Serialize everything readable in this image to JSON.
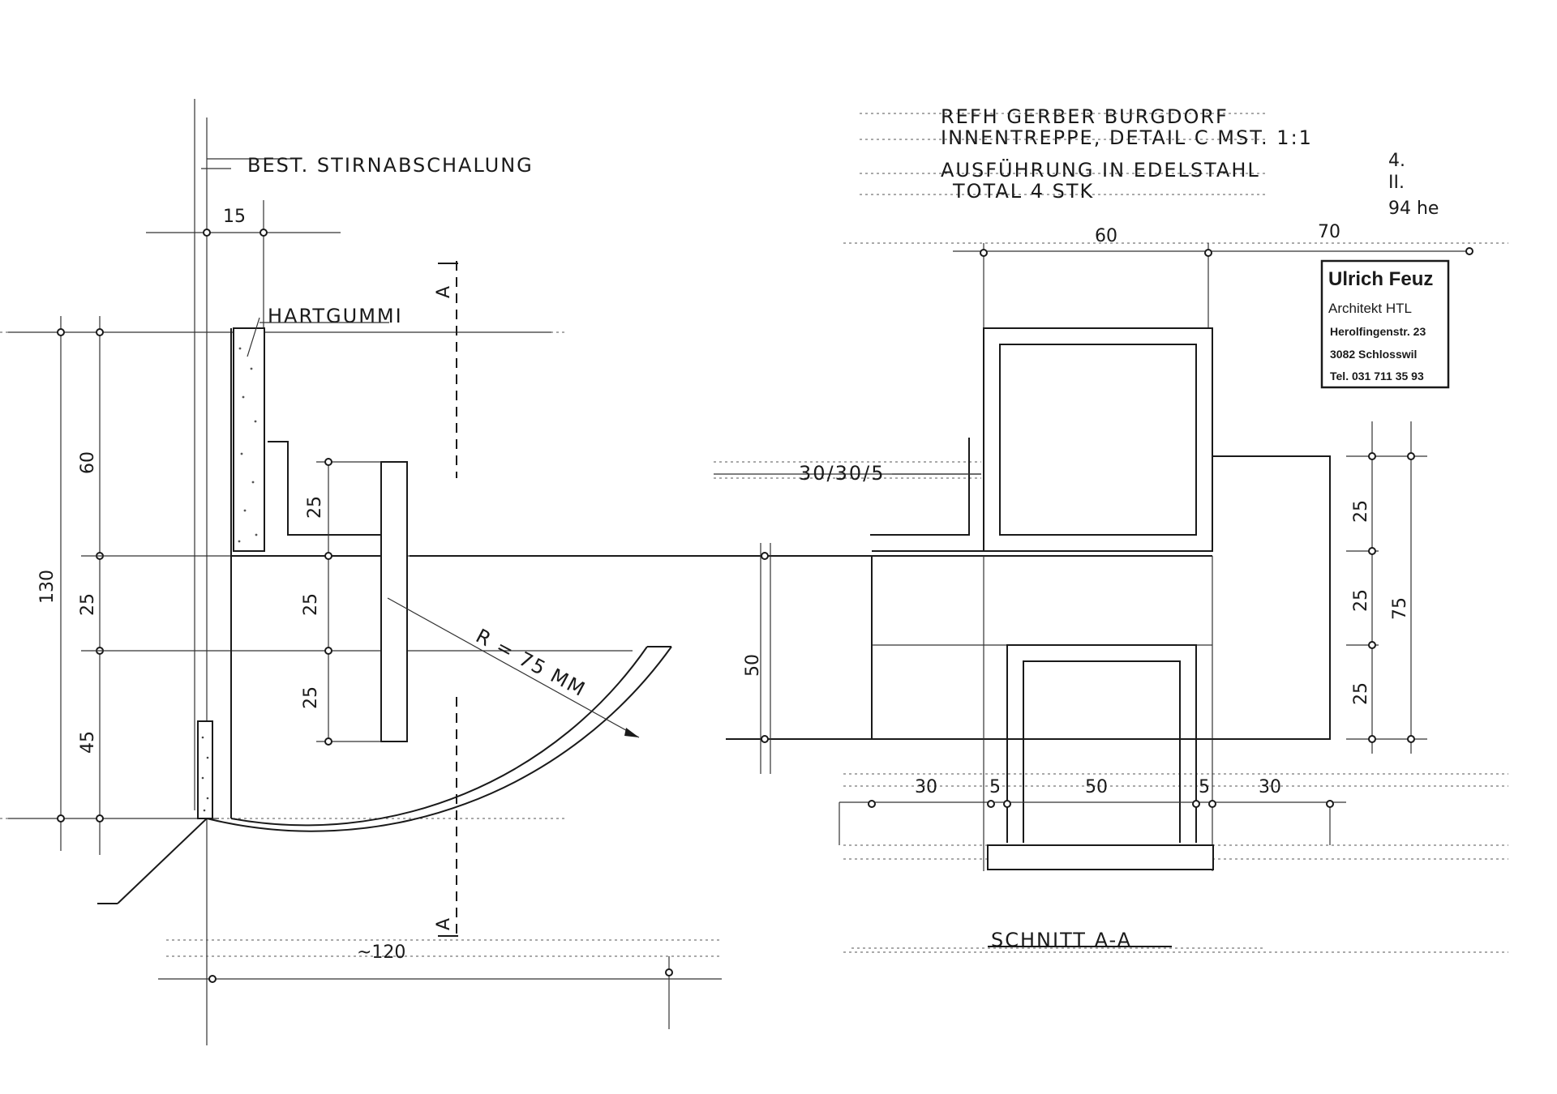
{
  "title": {
    "line1": "REFH GERBER BURGDORF",
    "line2": "INNENTREPPE, DETAIL C   MST. 1:1",
    "line3": "AUSFÜHRUNG IN EDELSTAHL",
    "line4": "TOTAL 4 STK",
    "date_a": "4.",
    "date_b": "II.",
    "date_c": "94 he"
  },
  "stamp": {
    "name": "Ulrich Feuz",
    "profession": "Architekt HTL",
    "street": "Herolfingenstr. 23",
    "city": "3082 Schlosswil",
    "phone": "Tel. 031 711 35 93"
  },
  "labels": {
    "existing_fascia": "BEST. STIRNABSCHALUNG",
    "hard_rubber": "HARTGUMMI",
    "radius": "R = 75 MM",
    "profile": "30/30/5",
    "section_mark_top": "A",
    "section_mark_bottom": "A",
    "section_title": "SCHNITT A-A"
  },
  "dimensions": {
    "left_total": "130",
    "left_60": "60",
    "left_25": "25",
    "left_45": "45",
    "top_15": "15",
    "mid_25a": "25",
    "mid_25b": "25",
    "mid_25c": "25",
    "bottom_120": "~120",
    "sec_60": "60",
    "sec_70": "70",
    "sec_50v": "50",
    "sec_30a": "30",
    "sec_5a": "5",
    "sec_50": "50",
    "sec_5b": "5",
    "sec_30b": "30",
    "right_25a": "25",
    "right_25b": "25",
    "right_25c": "25",
    "right_75": "75"
  }
}
